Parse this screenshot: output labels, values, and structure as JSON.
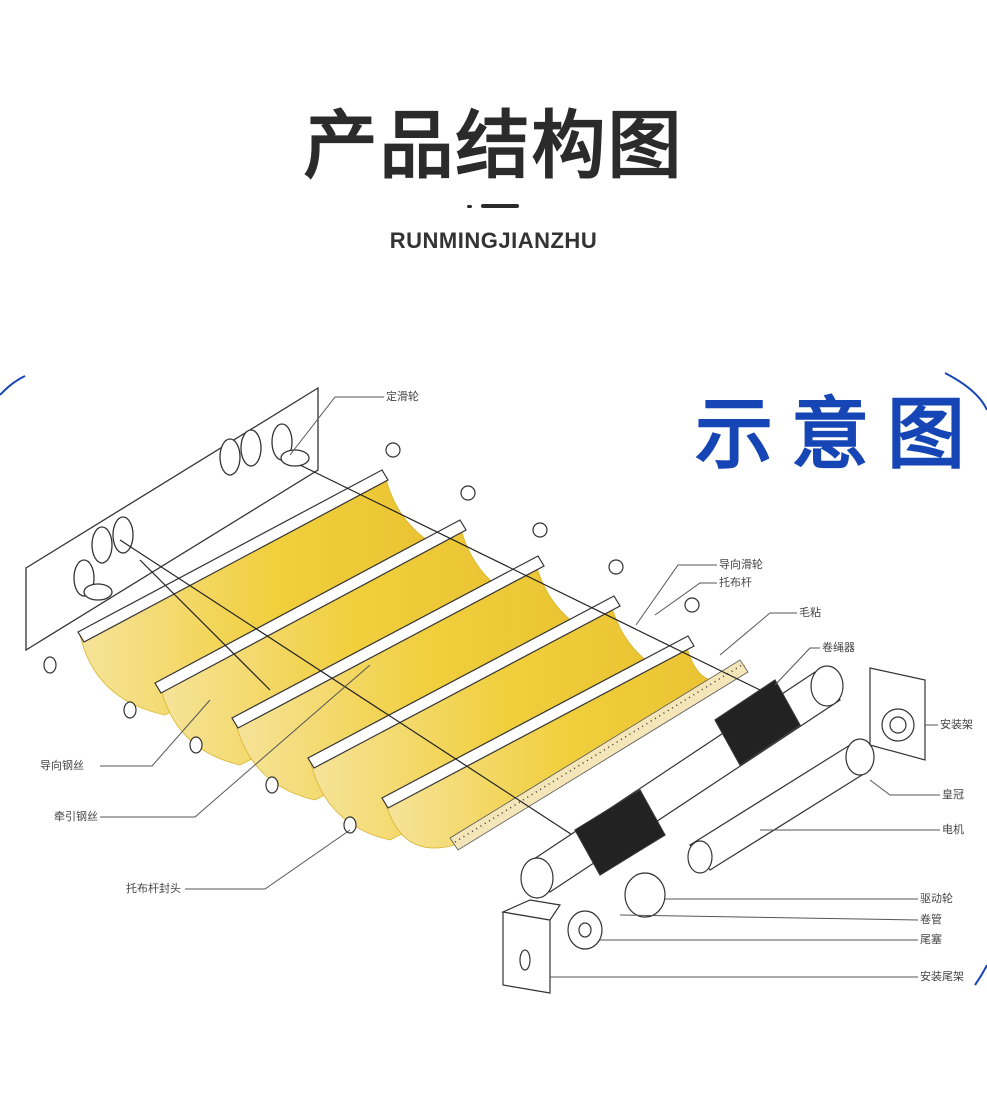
{
  "header": {
    "title": "产品结构图",
    "subtitle": "RUNMINGJIANZHU"
  },
  "diagram": {
    "schematic_title": "示意图",
    "accent_color": "#1646b5",
    "fabric_color": "#f1cf3d",
    "labels": {
      "fixed_pulley": "定滑轮",
      "guide_pulley": "导向滑轮",
      "cloth_rod": "托布杆",
      "brush_strip": "毛粘",
      "rope_winder": "卷绳器",
      "mounting_bracket": "安装架",
      "crown": "皇冠",
      "motor": "电机",
      "guide_wire": "导向钢丝",
      "traction_wire": "牵引钢丝",
      "rod_end_cap": "托布杆封头",
      "drive_wheel": "驱动轮",
      "roller_tube": "卷管",
      "end_plug": "尾塞",
      "tail_bracket": "安装尾架"
    }
  }
}
